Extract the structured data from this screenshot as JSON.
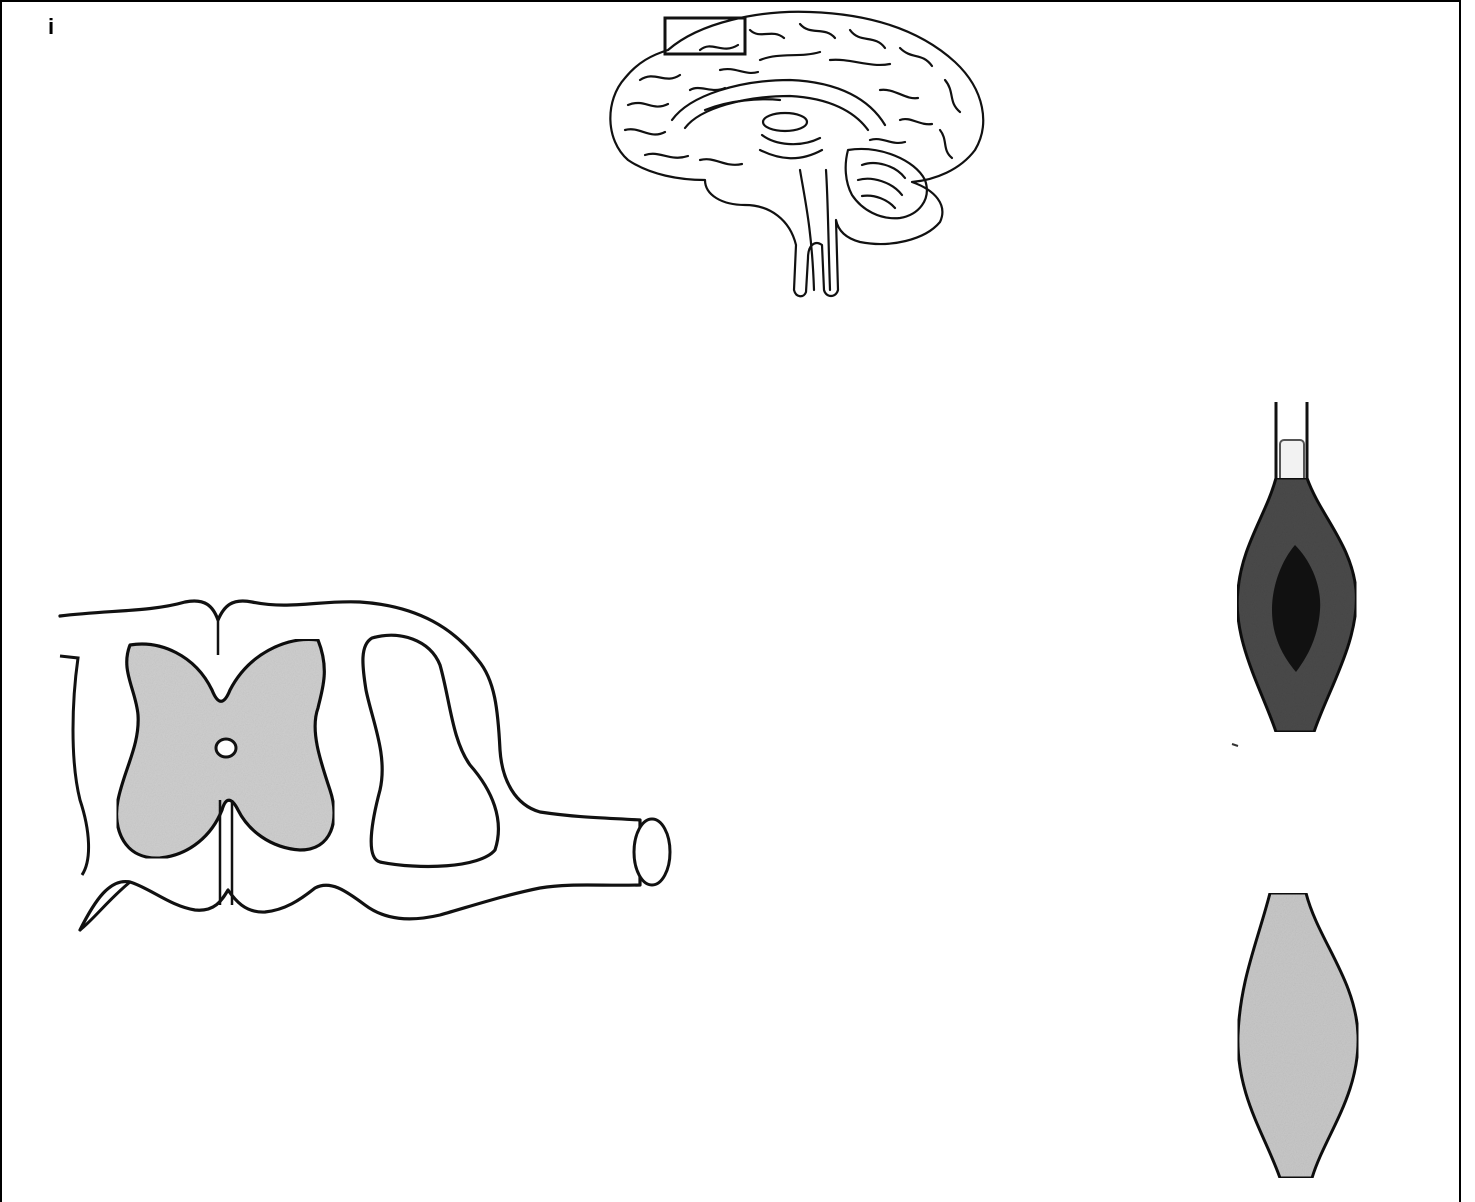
{
  "figure": {
    "corner_mark": "i",
    "panels": [
      {
        "id": "brain",
        "icon": "brain-sagittal-icon"
      },
      {
        "id": "spinal-cord",
        "icon": "spinal-cord-cross-section-icon"
      },
      {
        "id": "muscle-upper",
        "icon": "muscle-spindle-dark-icon"
      },
      {
        "id": "muscle-lower",
        "icon": "muscle-spindle-light-icon"
      }
    ],
    "colors": {
      "outline": "#111111",
      "grey_matter": "#cfcfcf",
      "muscle_dark": "#4a4a4a",
      "muscle_core": "#111111",
      "muscle_light": "#c8c8c8"
    }
  }
}
